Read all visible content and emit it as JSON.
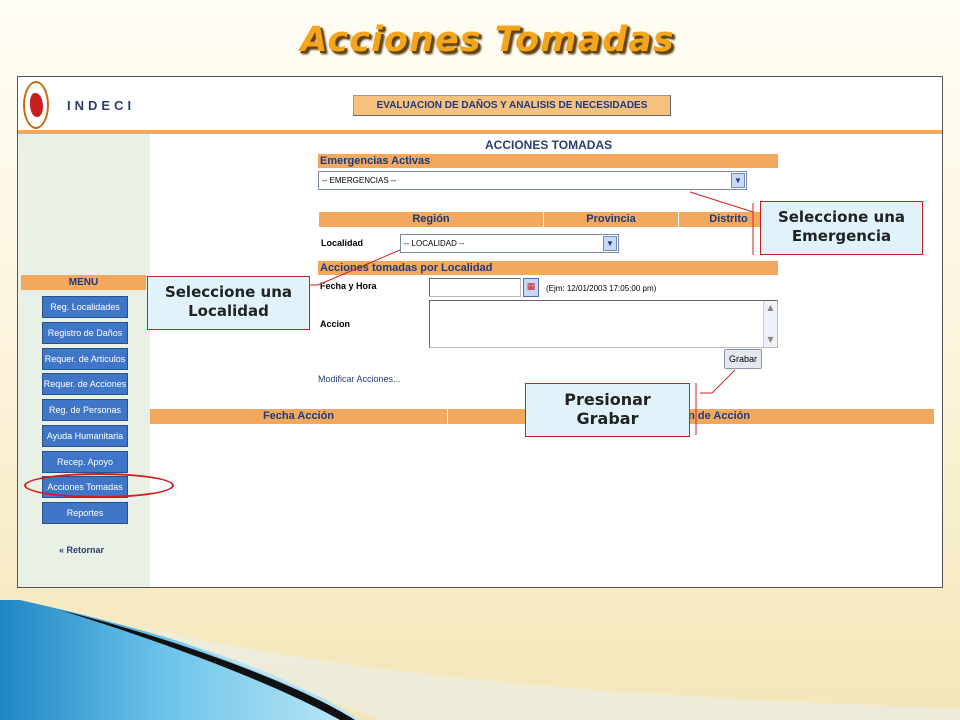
{
  "slide_title": "Acciones Tomadas",
  "app": {
    "brand": "INDECI",
    "system_title": "EVALUACION DE DAÑOS Y ANALISIS DE NECESIDADES"
  },
  "sidebar": {
    "menu_label": "MENU",
    "items": [
      {
        "label": "Reg. Localidades"
      },
      {
        "label": "Registro de Daños"
      },
      {
        "label": "Requer. de Articulos"
      },
      {
        "label": "Requer. de Acciones"
      },
      {
        "label": "Reg. de Personas"
      },
      {
        "label": "Ayuda Humanitaria"
      },
      {
        "label": "Recep. Apoyo"
      },
      {
        "label": "Acciones Tomadas"
      },
      {
        "label": "Reportes"
      }
    ],
    "back_label": "Retornar"
  },
  "form": {
    "title": "ACCIONES TOMADAS",
    "emergencias_label": "Emergencias Activas",
    "emergencias_value": "-- EMERGENCIAS --",
    "region_header": "Región",
    "provincia_header": "Provincia",
    "distrito_header": "Distrito",
    "localidad_label": "Localidad",
    "localidad_value": "-- LOCALIDAD --",
    "acciones_section_label": "Acciones tomadas por Localidad",
    "fecha_label": "Fecha y Hora",
    "fecha_value": "",
    "fecha_hint": "(Ejm: 12/01/2003 17:05:00 pm)",
    "accion_label": "Accion",
    "accion_value": "",
    "grabar_label": "Grabar",
    "modificar_label": "Modificar Acciones...",
    "table_headers": [
      "Fecha Acción",
      "Descripción de Acción"
    ]
  },
  "callouts": {
    "emergencia": "Seleccione una Emergencia",
    "localidad": "Seleccione una Localidad",
    "grabar": "Presionar Grabar"
  },
  "colors": {
    "title_orange": "#f3a51c",
    "header_orange": "#f2a95e",
    "menu_blue": "#3f76c7",
    "sidebar_bg": "#e9f0e5",
    "callout_bg": "#e1f2fb",
    "annotation_red": "#d21c1c"
  }
}
